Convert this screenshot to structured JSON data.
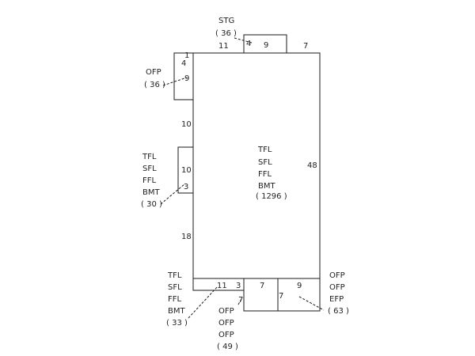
{
  "colors": {
    "line": "#1a1a1a",
    "text": "#222222",
    "background": "#ffffff"
  },
  "main_area": {
    "label_lines": [
      "TFL",
      "SFL",
      "FFL",
      "BMT"
    ],
    "area": "( 1296 )",
    "dim_right": "48",
    "dim_left_top": "1",
    "dim_left_mid": "10",
    "dim_left_low": "18"
  },
  "stg": {
    "label": "STG",
    "area": "( 36 )",
    "dim_left": "11",
    "dim_inner_a": "4",
    "dim_inner_b": "9",
    "dim_right": "7"
  },
  "ofp_left": {
    "label": "OFP",
    "area": "( 36 )",
    "dim_a": "4",
    "dim_b": "9"
  },
  "tfl_left": {
    "label_lines": [
      "TFL",
      "SFL",
      "FFL",
      "BMT"
    ],
    "area": "( 30 )",
    "dim_a": "10",
    "dim_b": "3"
  },
  "tfl_bottom": {
    "label_lines": [
      "TFL",
      "SFL",
      "FFL",
      "BMT"
    ],
    "area": "( 33 )",
    "dim_a": "11",
    "dim_b": "3"
  },
  "ofp_bottom": {
    "label_lines": [
      "OFP",
      "OFP",
      "OFP"
    ],
    "area": "( 49 )",
    "dim_top": "7",
    "dim_side": "7"
  },
  "ofp_right": {
    "label_lines": [
      "OFP",
      "OFP",
      "EFP"
    ],
    "area": "( 63 )",
    "dim_top": "9",
    "dim_side": "7"
  }
}
